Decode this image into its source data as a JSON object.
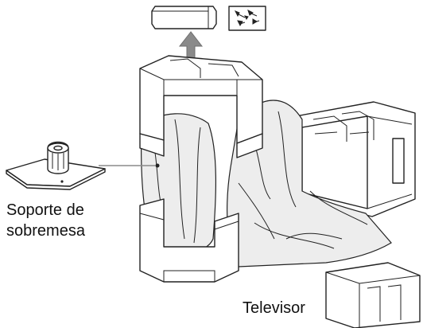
{
  "labels": {
    "stand_line1": "Soporte de",
    "stand_line2": "sobremesa",
    "television": "Televisor"
  },
  "colors": {
    "line": "#222222",
    "arrow": "#8a8a8a",
    "cloth": "#ededed",
    "background": "#ffffff"
  },
  "icons": [
    "remote-control-icon",
    "screws-bag-icon",
    "up-arrow-icon"
  ]
}
